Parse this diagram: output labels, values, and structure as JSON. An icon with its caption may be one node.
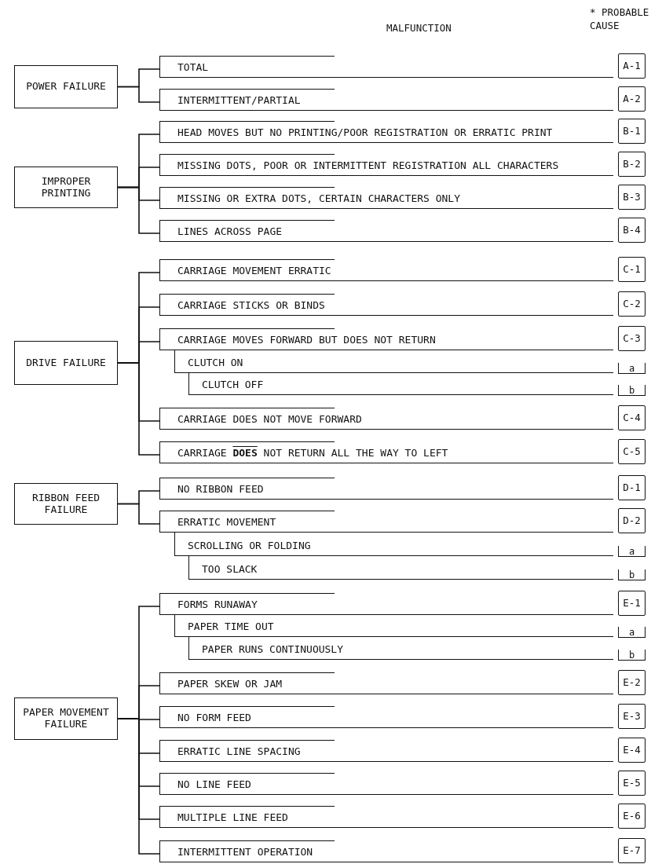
{
  "diagram": {
    "nodes": [
      {
        "text": [
          "POWER FAILURE"
        ]
      },
      {
        "text": [
          "TOTAL"
        ]
      },
      {
        "text": [
          "A-1"
        ]
      },
      {
        "text": [
          "INTERMITTENT/PARTIAL"
        ]
      },
      {
        "text": [
          "A-2"
        ]
      },
      {
        "text": [
          "IMPROPER PRINTING"
        ]
      },
      {
        "text": [
          "HEAD MOVES BUT NO PRINTING/POOR REGISTRATION OR ERRATIC PRINT"
        ]
      },
      {
        "text": [
          "B-1"
        ]
      },
      {
        "text": [
          "MISSING DOTS, POOR OR INTERMITTENT REGISTRATION ALL CHARACTERS"
        ]
      },
      {
        "text": [
          "B-2"
        ]
      },
      {
        "text": [
          "MISSING OR EXTRA DOTS, CERTAIN CHARACTERS ONLY"
        ]
      },
      {
        "text": [
          "B-3"
        ]
      },
      {
        "text": [
          "LINES ACROSS PAGE"
        ]
      },
      {
        "text": [
          "B-4"
        ]
      },
      {
        "text": [
          "DRIVE FAILURE"
        ]
      },
      {
        "text": [
          "CARRIAGE MOVEMENT ERRATIC"
        ]
      },
      {
        "text": [
          "C-1"
        ]
      },
      {
        "text": [
          "CARRIAGE STICKS OR BINDS"
        ]
      },
      {
        "text": [
          "C-2"
        ]
      },
      {
        "text": [
          "CARRIAGE MOVES FORWARD BUT DOES NOT RETURN"
        ]
      },
      {
        "text": [
          "C-3"
        ]
      },
      {
        "text": [
          "CLUTCH ON"
        ]
      },
      {
        "text": [
          "a"
        ]
      },
      {
        "text": [
          "CLUTCH OFF"
        ]
      },
      {
        "text": [
          "b"
        ]
      },
      {
        "text": [
          "CARRIAGE DOES NOT MOVE FORWARD"
        ]
      },
      {
        "text": [
          "C-4"
        ]
      },
      {
        "text": [
          "CARRIAGE **DOES** NOT RETURN ALL THE WAY TO LEFT"
        ]
      },
      {
        "text": [
          "C-5"
        ]
      },
      {
        "text": [
          "RIBBON FEED FAILURE"
        ]
      },
      {
        "text": [
          "NO RIBBON FEED"
        ]
      },
      {
        "text": [
          "D-1"
        ]
      },
      {
        "text": [
          "ERRATIC MOVEMENT"
        ]
      },
      {
        "text": [
          "D-2"
        ]
      },
      {
        "text": [
          "SCROLLING OR FOLDING"
        ]
      },
      {
        "text": [
          "a"
        ]
      },
      {
        "text": [
          "TOO SLACK"
        ]
      },
      {
        "text": [
          "b"
        ]
      },
      {
        "text": [
          "PAPER MOVEMENT FAILURE"
        ]
      },
      {
        "text": [
          "FORMS RUNAWAY"
        ]
      },
      {
        "text": [
          "E-1"
        ]
      },
      {
        "text": [
          "PAPER TIME OUT"
        ]
      },
      {
        "text": [
          "a"
        ]
      },
      {
        "text": [
          "PAPER RUNS CONTINUOUSLY"
        ]
      },
      {
        "text": [
          "b"
        ]
      },
      {
        "text": [
          "PAPER SKEW OR JAM"
        ]
      },
      {
        "text": [
          "E-2"
        ]
      },
      {
        "text": [
          "NO FORM FEED"
        ]
      },
      {
        "text": [
          "E-3"
        ]
      },
      {
        "text": [
          "ERRATIC LINE SPACING"
        ]
      },
      {
        "text": [
          "E-4"
        ]
      },
      {
        "text": [
          "NO LINE FEED"
        ]
      },
      {
        "text": [
          "E-5"
        ]
      },
      {
        "text": [
          "MULTIPLE LINE FEED"
        ]
      },
      {
        "text": [
          "E-6"
        ]
      },
      {
        "text": [
          "INTERMITTENT OPERATION"
        ]
      },
      {
        "text": [
          "E-7"
        ]
      }
    ],
    "edges": [
      {
        "from": 0,
        "to": 1,
        "arrow": "none"
      },
      {
        "from": 0,
        "to": 3,
        "arrow": "none"
      },
      {
        "from": 5,
        "to": 6,
        "arrow": "none"
      },
      {
        "from": 5,
        "to": 8,
        "arrow": "none"
      },
      {
        "from": 5,
        "to": 10,
        "arrow": "none"
      },
      {
        "from": 5,
        "to": 12,
        "arrow": "none"
      },
      {
        "from": 14,
        "to": 15,
        "arrow": "none"
      },
      {
        "from": 14,
        "to": 17,
        "arrow": "none"
      },
      {
        "from": 14,
        "to": 19,
        "arrow": "none"
      },
      {
        "from": 14,
        "to": 25,
        "arrow": "none"
      },
      {
        "from": 14,
        "to": 27,
        "arrow": "none"
      },
      {
        "from": 29,
        "to": 30,
        "arrow": "none"
      },
      {
        "from": 29,
        "to": 32,
        "arrow": "none"
      },
      {
        "from": 38,
        "to": 39,
        "arrow": "none"
      },
      {
        "from": 38,
        "to": 45,
        "arrow": "none"
      },
      {
        "from": 38,
        "to": 47,
        "arrow": "none"
      },
      {
        "from": 38,
        "to": 49,
        "arrow": "none"
      },
      {
        "from": 38,
        "to": 51,
        "arrow": "none"
      },
      {
        "from": 38,
        "to": 53,
        "arrow": "none"
      },
      {
        "from": 38,
        "to": 55,
        "arrow": "none"
      }
    ],
    "labels": [
      "* PROBABLE CAUSE",
      "MALFUNCTION"
    ]
  }
}
